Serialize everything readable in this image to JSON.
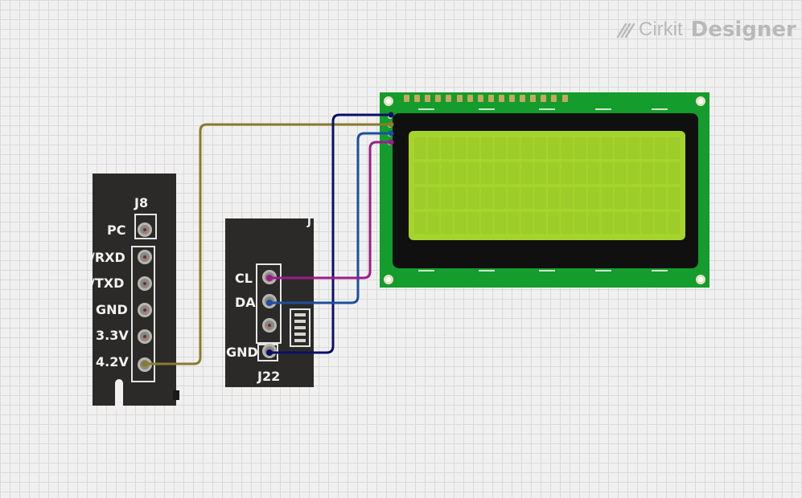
{
  "watermark": {
    "brand": "Cirkit",
    "product": "Designer"
  },
  "boards": {
    "j8": {
      "title": "J8",
      "pins": [
        "PC",
        "/RXD",
        "/TXD",
        "GND",
        "3.3V",
        "4.2V"
      ]
    },
    "j22": {
      "title": "J22",
      "pins": [
        "CL",
        "DA",
        "",
        "GND"
      ],
      "side_mark": "J"
    }
  },
  "lcd": {
    "header_pins": 16,
    "side_pins": 4
  },
  "wires": [
    {
      "name": "wire-4v2-to-lcd-vcc",
      "color": "#8a7b2c"
    },
    {
      "name": "wire-gnd-to-lcd-gnd",
      "color": "#0c0f66"
    },
    {
      "name": "wire-da-to-lcd-sda",
      "color": "#1c4f9c"
    },
    {
      "name": "wire-cl-to-lcd-scl",
      "color": "#9c1c8c"
    }
  ]
}
